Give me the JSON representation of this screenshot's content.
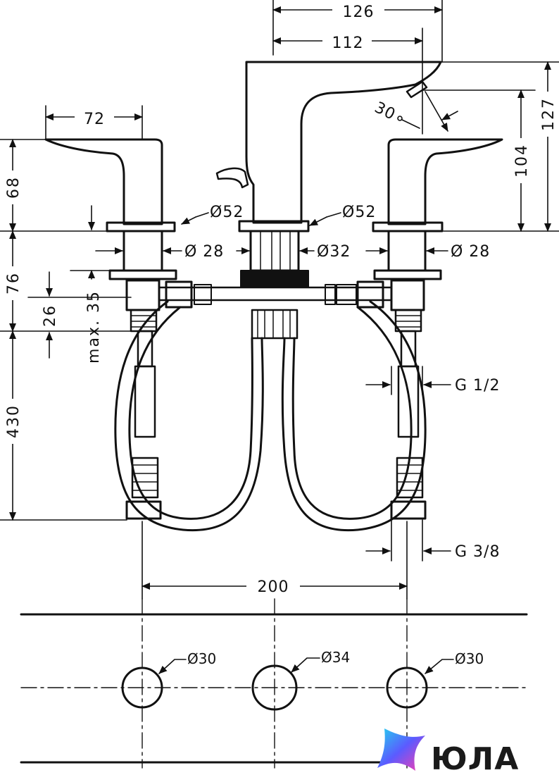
{
  "dimensions": {
    "spout_total_depth": "126",
    "spout_reach": "112",
    "handle_depth": "72",
    "spout_angle": "30",
    "spout_outlet_height": "104",
    "spout_total_height": "127",
    "handle_height": "68",
    "body_height": "76",
    "thread_length": "26",
    "max_thickness": "max. 35",
    "hose_length": "430",
    "rosette_left": "Ø52",
    "rosette_center": "Ø52",
    "shank_left": "Ø 28",
    "shank_center": "Ø32",
    "shank_right": "Ø 28",
    "inlet_thread": "G  1/2",
    "connection_thread": "G  3/8",
    "hole_spacing": "200"
  },
  "holes": {
    "left": "Ø30",
    "center": "Ø34",
    "right": "Ø30"
  },
  "brand": {
    "name": "ЮЛА",
    "colors": [
      "#2b6cff",
      "#ff3cac",
      "#22d3ee"
    ]
  }
}
